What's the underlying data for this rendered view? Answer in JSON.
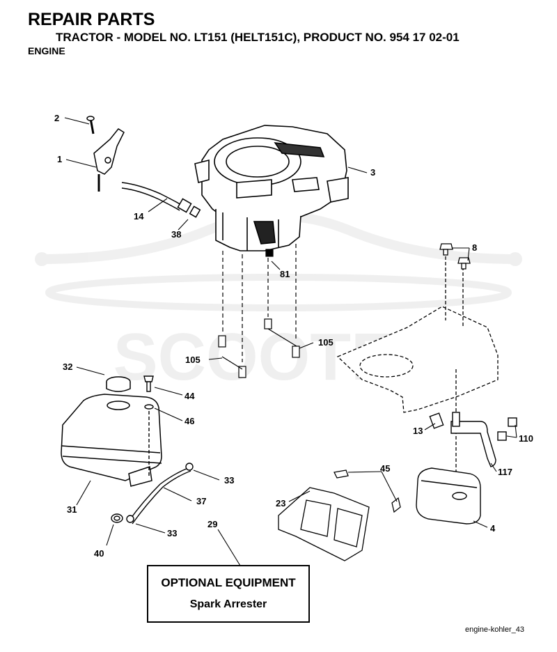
{
  "header": {
    "title": "REPAIR PARTS",
    "subtitle": "TRACTOR - MODEL NO. LT151 (HELT151C), PRODUCT NO. 954 17 02-01",
    "section": "ENGINE"
  },
  "watermark": {
    "text": "SCOOTER"
  },
  "callouts": {
    "p1": "1",
    "p2": "2",
    "p3": "3",
    "p4": "4",
    "p8": "8",
    "p13": "13",
    "p14": "14",
    "p23": "23",
    "p29": "29",
    "p31": "31",
    "p32": "32",
    "p33a": "33",
    "p33b": "33",
    "p37": "37",
    "p38": "38",
    "p40": "40",
    "p44": "44",
    "p45": "45",
    "p46": "46",
    "p81": "81",
    "p105a": "105",
    "p105b": "105",
    "p110": "110",
    "p117": "117"
  },
  "optional_box": {
    "title": "OPTIONAL EQUIPMENT",
    "item": "Spark Arrester"
  },
  "footer": {
    "ref": "engine-kohler_43"
  }
}
